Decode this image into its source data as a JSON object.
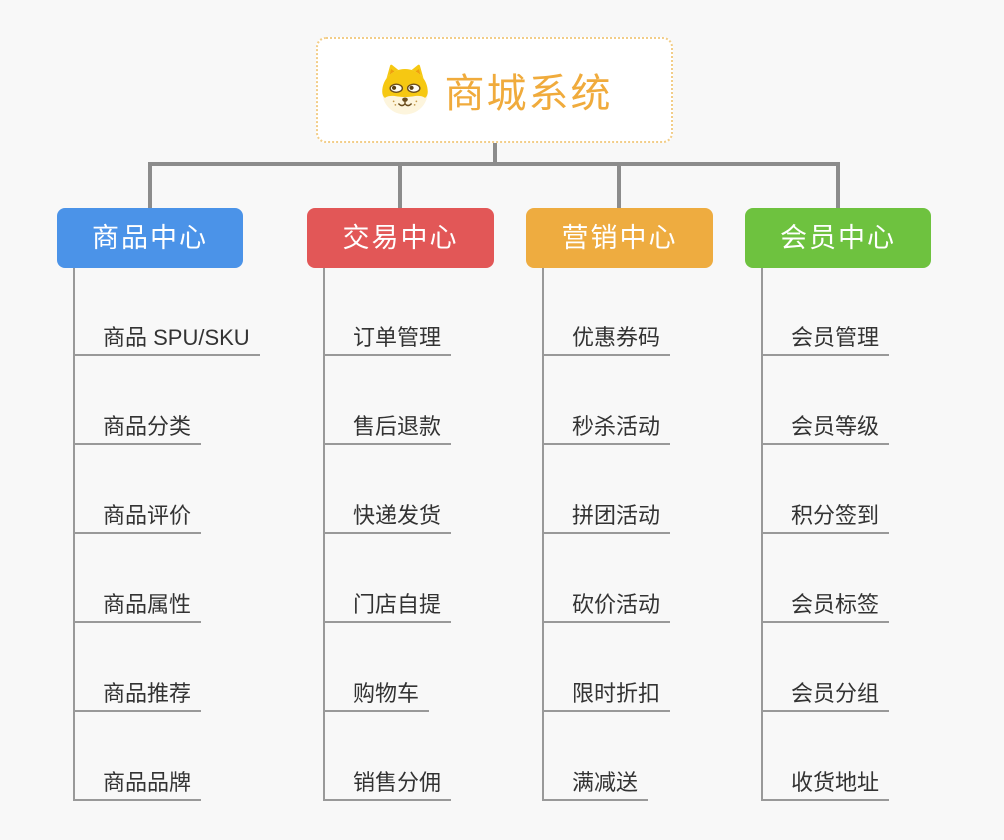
{
  "canvas": {
    "background_color": "#f8f8f8",
    "connector_color": "#8c8c8c",
    "underline_color": "#999999",
    "leaf_text_color": "#333333"
  },
  "root": {
    "title": "商城系统",
    "icon": "doge-face-icon",
    "text_color": "#f0ab3c",
    "border_color": "#f2cd88"
  },
  "branches": [
    {
      "label": "商品中心",
      "color": "#4b93e8",
      "items": [
        "商品 SPU/SKU",
        "商品分类",
        "商品评价",
        "商品属性",
        "商品推荐",
        "商品品牌"
      ]
    },
    {
      "label": "交易中心",
      "color": "#e25757",
      "items": [
        "订单管理",
        "售后退款",
        "快递发货",
        "门店自提",
        "购物车",
        "销售分佣"
      ]
    },
    {
      "label": "营销中心",
      "color": "#eeac40",
      "items": [
        "优惠券码",
        "秒杀活动",
        "拼团活动",
        "砍价活动",
        "限时折扣",
        "满减送"
      ]
    },
    {
      "label": "会员中心",
      "color": "#6ec23f",
      "items": [
        "会员管理",
        "会员等级",
        "积分签到",
        "会员标签",
        "会员分组",
        "收货地址"
      ]
    }
  ]
}
